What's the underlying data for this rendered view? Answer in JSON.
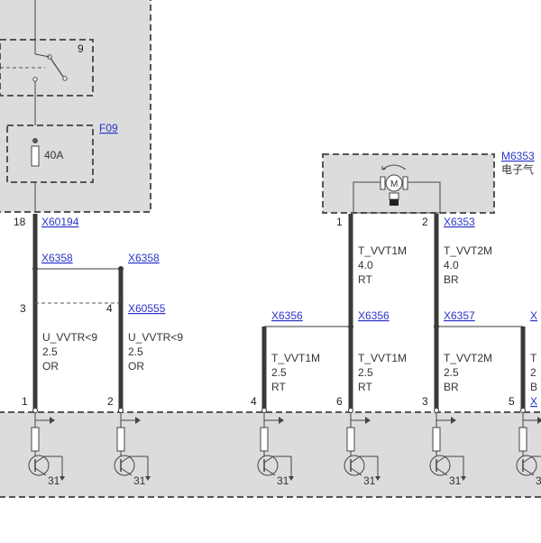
{
  "fuse": {
    "ref": "F09",
    "rating": "40A"
  },
  "relay": {
    "pin": "9"
  },
  "motor": {
    "ref": "M6353",
    "name": "电子气",
    "symbol": "M"
  },
  "connectors": {
    "x60194": "X60194",
    "x6358_a": "X6358",
    "x6358_b": "X6358",
    "x60555": "X60555",
    "x6356_a": "X6356",
    "x6356_b": "X6356",
    "x6353": "X6353",
    "x6357": "X6357",
    "x_partial_right": "X",
    "x_partial_bottom": "X"
  },
  "pins": {
    "p18": "18",
    "p3": "3",
    "p4": "4",
    "p1": "1",
    "p2": "2",
    "p4b": "4",
    "p6": "6",
    "p3b": "3",
    "p5": "5",
    "m1": "1",
    "m2": "2"
  },
  "wires": {
    "w1": {
      "name": "U_VVTR<9",
      "size": "2.5",
      "color": "OR"
    },
    "w2": {
      "name": "U_VVTR<9",
      "size": "2.5",
      "color": "OR"
    },
    "w3": {
      "name": "T_VVT1M",
      "size": "4.0",
      "color": "RT"
    },
    "w4": {
      "name": "T_VVT2M",
      "size": "4.0",
      "color": "BR"
    },
    "w5": {
      "name": "T_VVT1M",
      "size": "2.5",
      "color": "RT"
    },
    "w6": {
      "name": "T_VVT1M",
      "size": "2.5",
      "color": "RT"
    },
    "w7": {
      "name": "T_VVT2M",
      "size": "2.5",
      "color": "BR"
    },
    "w8_partial": {
      "name": "T",
      "size": "2",
      "color": "B"
    }
  },
  "ground_label": "31",
  "colors": {
    "module_fill": "#dcdcdc",
    "wire": "#3a3a3a",
    "link": "#2a35c9",
    "dash": "#555555"
  }
}
